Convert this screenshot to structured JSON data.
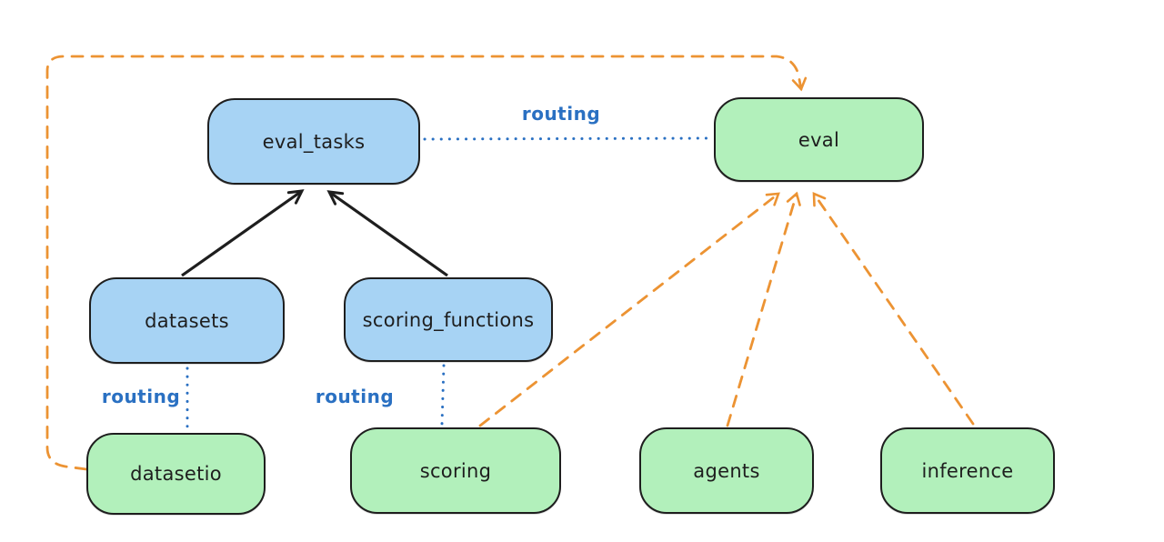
{
  "diagram": {
    "type": "architecture-graph",
    "background": "#ffffff",
    "colors": {
      "api_box_fill": "#a7d3f4",
      "provider_box_fill": "#b2f0bb",
      "box_stroke": "#1e1e1e",
      "solid_arrow": "#1e1e1e",
      "routing_link": "#2a70c2",
      "provider_arrow": "#ec9333"
    },
    "nodes": {
      "eval_tasks": {
        "label": "eval_tasks",
        "kind": "blue"
      },
      "eval": {
        "label": "eval",
        "kind": "green"
      },
      "datasets": {
        "label": "datasets",
        "kind": "blue"
      },
      "scoring_functions": {
        "label": "scoring_functions",
        "kind": "blue"
      },
      "datasetio": {
        "label": "datasetio",
        "kind": "green"
      },
      "scoring": {
        "label": "scoring",
        "kind": "green"
      },
      "agents": {
        "label": "agents",
        "kind": "green"
      },
      "inference": {
        "label": "inference",
        "kind": "green"
      }
    },
    "edge_labels": {
      "routing_top": "routing",
      "routing_datasets": "routing",
      "routing_scoring": "routing"
    },
    "edges": [
      {
        "from": "datasets",
        "to": "eval_tasks",
        "style": "solid-arrow",
        "color": "#1e1e1e"
      },
      {
        "from": "scoring_functions",
        "to": "eval_tasks",
        "style": "solid-arrow",
        "color": "#1e1e1e"
      },
      {
        "from": "eval_tasks",
        "to": "eval",
        "style": "dotted",
        "label": "routing",
        "color": "#2a70c2"
      },
      {
        "from": "datasets",
        "to": "datasetio",
        "style": "dotted",
        "label": "routing",
        "color": "#2a70c2"
      },
      {
        "from": "scoring_functions",
        "to": "scoring",
        "style": "dotted",
        "label": "routing",
        "color": "#2a70c2"
      },
      {
        "from": "datasetio",
        "to": "eval",
        "style": "dashed-arrow",
        "color": "#ec9333"
      },
      {
        "from": "scoring",
        "to": "eval",
        "style": "dashed-arrow",
        "color": "#ec9333"
      },
      {
        "from": "agents",
        "to": "eval",
        "style": "dashed-arrow",
        "color": "#ec9333"
      },
      {
        "from": "inference",
        "to": "eval",
        "style": "dashed-arrow",
        "color": "#ec9333"
      }
    ]
  }
}
